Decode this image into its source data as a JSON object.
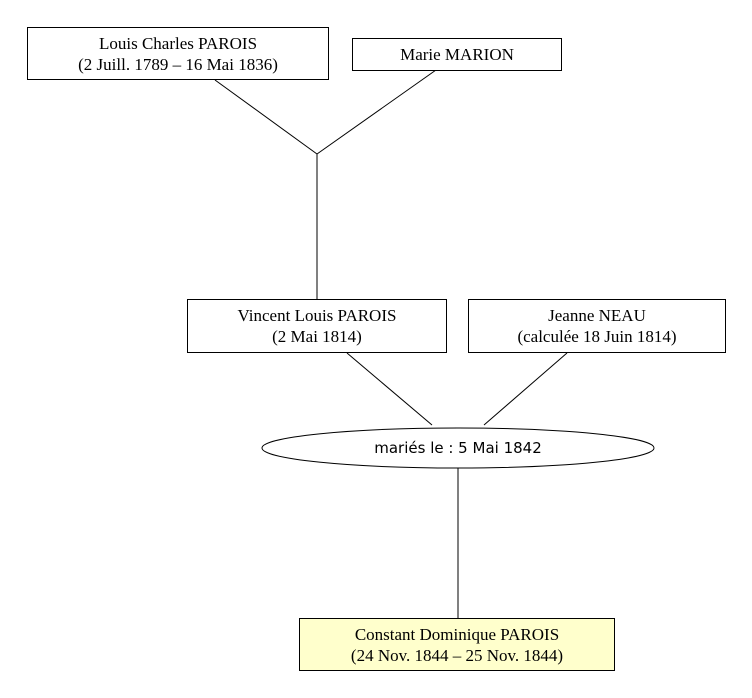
{
  "grandfather": {
    "name": "Louis Charles PAROIS",
    "dates": "(2 Juill. 1789 – 16 Mai 1836)"
  },
  "grandmother": {
    "name": "Marie MARION"
  },
  "father": {
    "name": "Vincent Louis PAROIS",
    "dates": "(2 Mai 1814)"
  },
  "mother": {
    "name": "Jeanne NEAU",
    "dates": "(calculée 18 Juin 1814)"
  },
  "marriage": {
    "label": "mariés le : 5 Mai 1842"
  },
  "child": {
    "name": "Constant Dominique PAROIS",
    "dates": "(24 Nov. 1844 – 25 Nov. 1844)"
  },
  "colors": {
    "child_box": "#ffffcc",
    "lines": "#000000"
  }
}
